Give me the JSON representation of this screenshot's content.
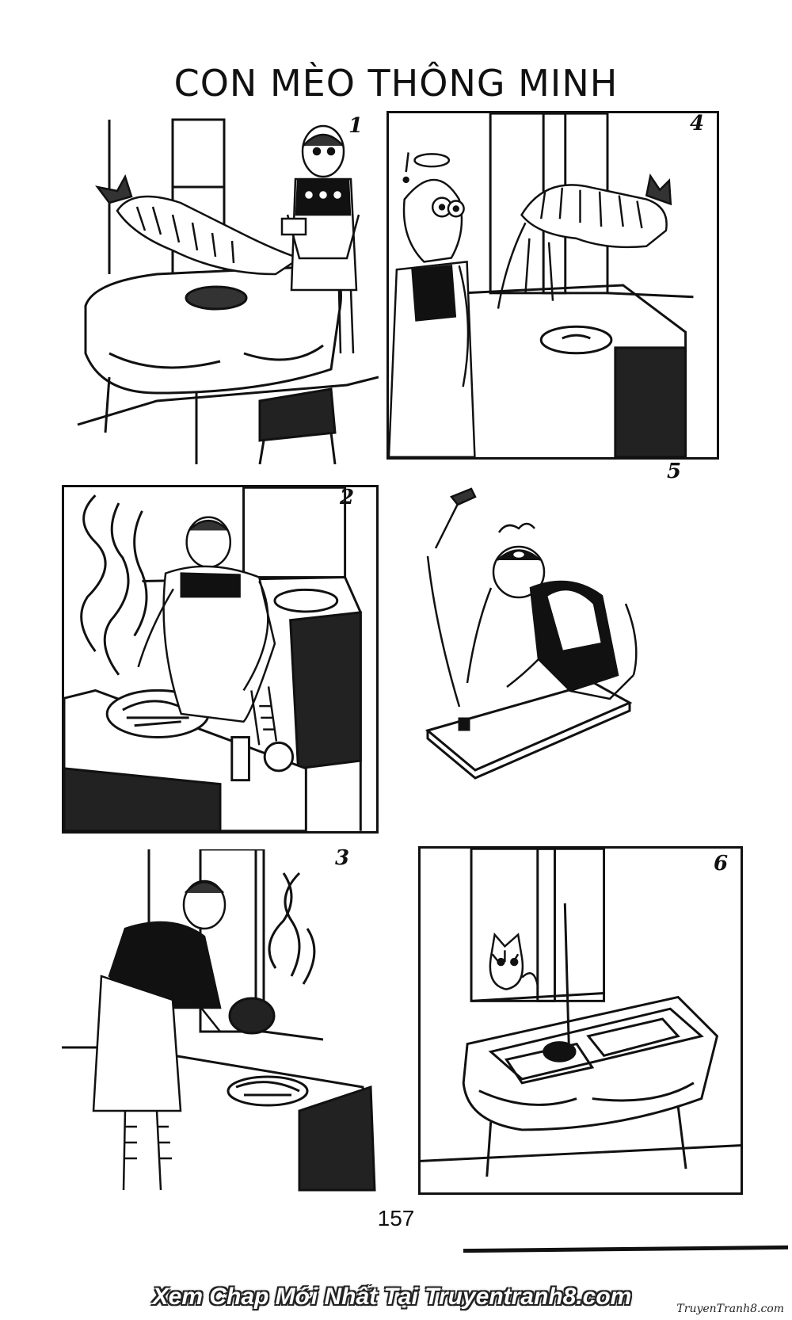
{
  "page": {
    "title": "CON MÈO THÔNG MINH",
    "page_number": "157"
  },
  "panels": [
    {
      "id": "panel-1",
      "label": "1"
    },
    {
      "id": "panel-2",
      "label": "2"
    },
    {
      "id": "panel-3",
      "label": "3"
    },
    {
      "id": "panel-4",
      "label": "4"
    },
    {
      "id": "panel-5",
      "label": "5"
    },
    {
      "id": "panel-6",
      "label": "6"
    }
  ],
  "footer": {
    "banner": "Xem Chap Mới Nhất Tại Truyentranh8.com",
    "logo": "TruyenTranh8.com"
  },
  "colors": {
    "ink": "#111111",
    "paper": "#ffffff"
  }
}
